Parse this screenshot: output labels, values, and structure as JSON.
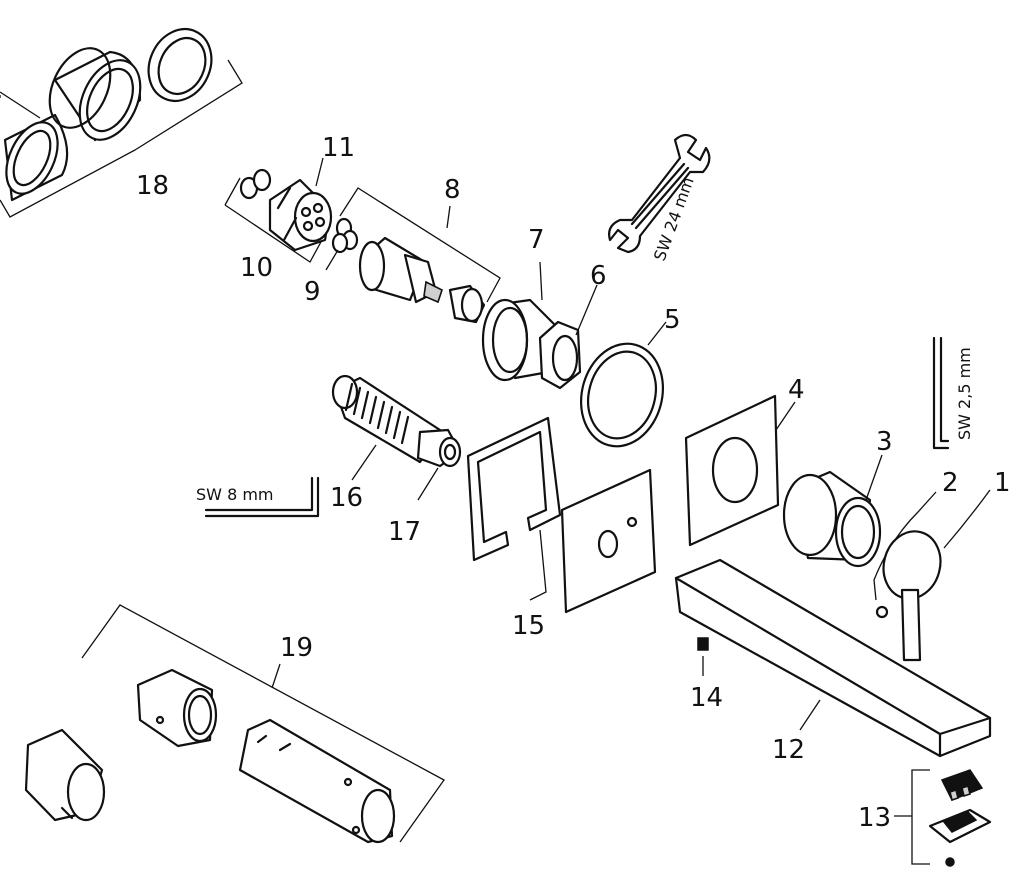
{
  "parts": [
    {
      "id": "1",
      "label": "1"
    },
    {
      "id": "2",
      "label": "2"
    },
    {
      "id": "3",
      "label": "3"
    },
    {
      "id": "4",
      "label": "4"
    },
    {
      "id": "5",
      "label": "5"
    },
    {
      "id": "6",
      "label": "6"
    },
    {
      "id": "7",
      "label": "7"
    },
    {
      "id": "8",
      "label": "8"
    },
    {
      "id": "9",
      "label": "9"
    },
    {
      "id": "10",
      "label": "10"
    },
    {
      "id": "11",
      "label": "11"
    },
    {
      "id": "12",
      "label": "12"
    },
    {
      "id": "13",
      "label": "13"
    },
    {
      "id": "14",
      "label": "14"
    },
    {
      "id": "15",
      "label": "15"
    },
    {
      "id": "16",
      "label": "16"
    },
    {
      "id": "17",
      "label": "17"
    },
    {
      "id": "18",
      "label": "18"
    },
    {
      "id": "19",
      "label": "19"
    }
  ],
  "tools": {
    "wrench": "SW 24 mm",
    "hex_key_8": "SW 8 mm",
    "hex_key_25": "SW 2,5 mm"
  }
}
